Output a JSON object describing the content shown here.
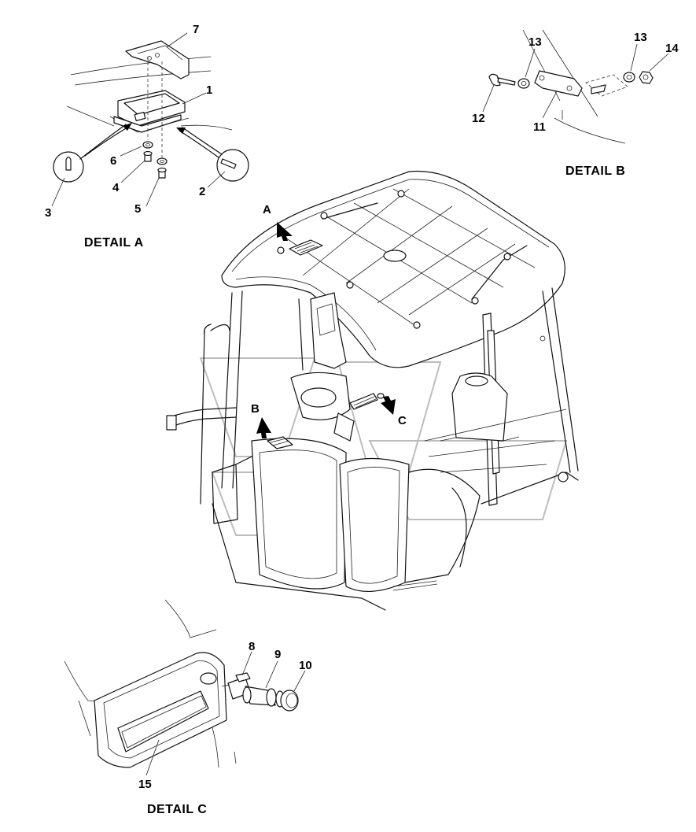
{
  "captions": {
    "detail_a": "DETAIL A",
    "detail_b": "DETAIL B",
    "detail_c": "DETAIL C"
  },
  "view_markers": {
    "a": "A",
    "b": "B",
    "c": "C"
  },
  "callouts": {
    "p1": "1",
    "p2": "2",
    "p3": "3",
    "p4": "4",
    "p5": "5",
    "p6": "6",
    "p7": "7",
    "p8": "8",
    "p9": "9",
    "p10": "10",
    "p11": "11",
    "p12": "12",
    "p13a": "13",
    "p13b": "13",
    "p14": "14",
    "p15": "15"
  }
}
